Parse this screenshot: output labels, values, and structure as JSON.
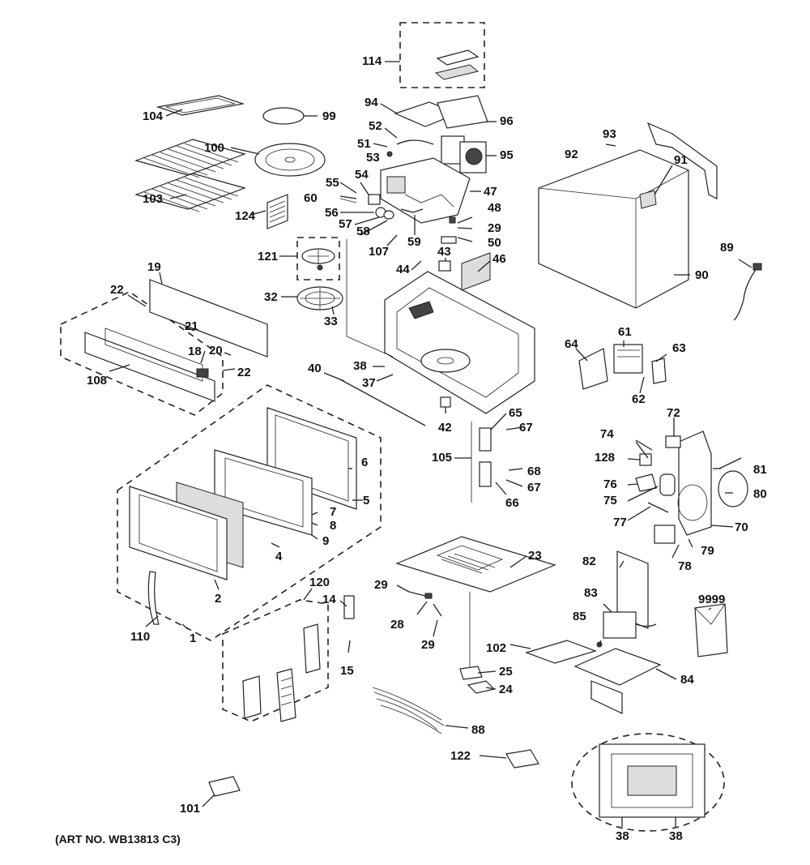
{
  "diagram": {
    "caption": "(ART NO. WB13813 C3)",
    "callouts": {
      "p114": "114",
      "p104": "104",
      "p99": "99",
      "p94": "94",
      "p96": "96",
      "p52": "52",
      "p51": "51",
      "p53": "53",
      "p95": "95",
      "p93": "93",
      "p92": "92",
      "p91": "91",
      "p100": "100",
      "p54": "54",
      "p55": "55",
      "p60": "60",
      "p56": "56",
      "p57": "57",
      "p58": "58",
      "p59": "59",
      "p47": "47",
      "p48": "48",
      "p29a": "29",
      "p50": "50",
      "p103": "103",
      "p124": "124",
      "p107": "107",
      "p43": "43",
      "p44": "44",
      "p46": "46",
      "p121": "121",
      "p89": "89",
      "p90": "90",
      "p19": "19",
      "p22a": "22",
      "p32": "32",
      "p33": "33",
      "p21": "21",
      "p18": "18",
      "p20": "20",
      "p22b": "22",
      "p108": "108",
      "p38a": "38",
      "p40": "40",
      "p37": "37",
      "p61": "61",
      "p64": "64",
      "p63": "63",
      "p62": "62",
      "p42": "42",
      "p65": "65",
      "p67a": "67",
      "p105": "105",
      "p68": "68",
      "p67b": "67",
      "p66": "66",
      "p72": "72",
      "p74": "74",
      "p128": "128",
      "p81": "81",
      "p76": "76",
      "p80": "80",
      "p75": "75",
      "p77": "77",
      "p70": "70",
      "p79": "79",
      "p78": "78",
      "p6": "6",
      "p5": "5",
      "p7": "7",
      "p8": "8",
      "p9": "9",
      "p4": "4",
      "p2": "2",
      "p1": "1",
      "p110": "110",
      "p23": "23",
      "p82": "82",
      "p120": "120",
      "p14": "14",
      "p29b": "29",
      "p28": "28",
      "p29c": "29",
      "p83": "83",
      "p85": "85",
      "p9999": "9999",
      "p102": "102",
      "p15": "15",
      "p84": "84",
      "p25": "25",
      "p24": "24",
      "p88": "88",
      "p122": "122",
      "p101": "101",
      "p38b": "38",
      "p38c": "38"
    }
  }
}
